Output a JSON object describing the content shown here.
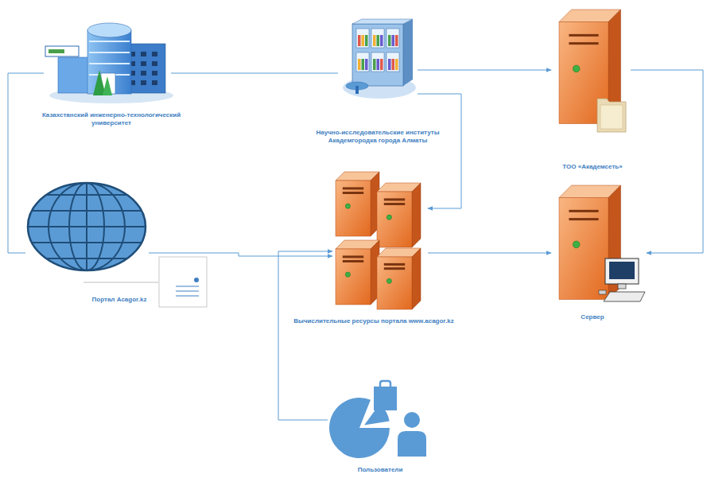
{
  "diagram": {
    "nodes": [
      {
        "text": [
          "Казахстанский инженерно-технологический университет"
        ]
      },
      {
        "text": [
          "Научно-исследовательские институты Академгородка города Алматы"
        ]
      },
      {
        "text": [
          "ТОО «Академсеть»"
        ]
      },
      {
        "text": [
          "Портал Acagor.kz"
        ]
      },
      {
        "text": [
          "Вычислительные ресурсы портала www.acagor.kz"
        ]
      },
      {
        "text": [
          "Сервер"
        ]
      },
      {
        "text": [
          "Пользователи"
        ]
      }
    ],
    "edges": [
      {
        "from": 0,
        "to": 1,
        "arrow": "none"
      },
      {
        "from": 1,
        "to": 2,
        "arrow": "to"
      },
      {
        "from": 0,
        "to": 3,
        "arrow": "none"
      },
      {
        "from": 3,
        "to": 4,
        "arrow": "to"
      },
      {
        "from": 1,
        "to": 4,
        "arrow": "to"
      },
      {
        "from": 4,
        "to": 5,
        "arrow": "to"
      },
      {
        "from": 2,
        "to": 5,
        "arrow": "to"
      },
      {
        "from": 6,
        "to": 4,
        "arrow": "to"
      }
    ]
  }
}
